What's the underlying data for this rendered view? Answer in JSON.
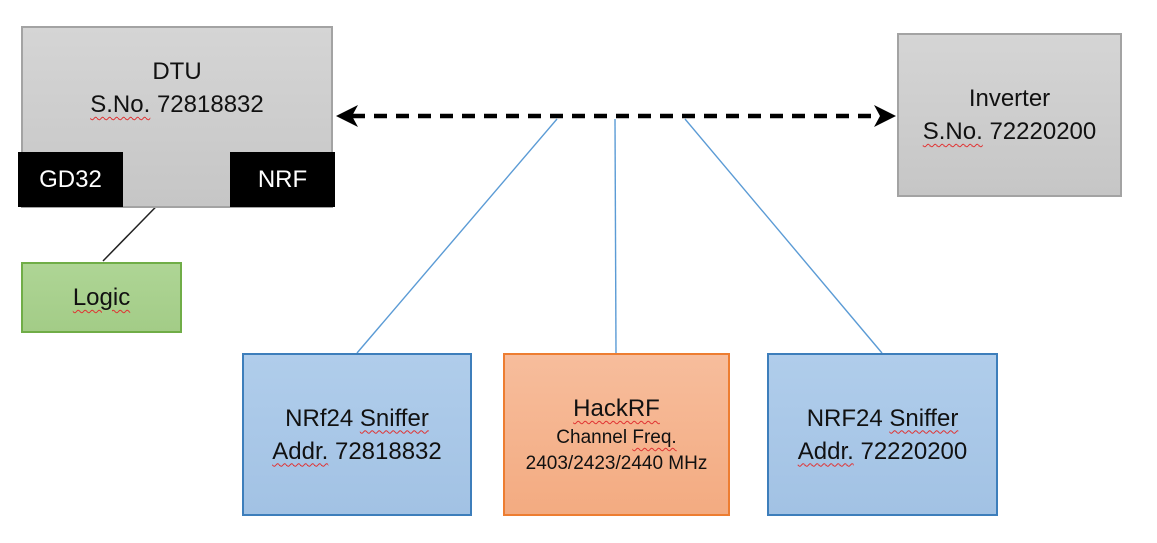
{
  "diagram": {
    "boxes": {
      "dtu": {
        "line1": "DTU",
        "line2_sq": "S.No.",
        "line2_rest": " 72818832"
      },
      "gd32": {
        "label": "GD32"
      },
      "nrf": {
        "label": "NRF"
      },
      "logic": {
        "label_sq": "Logic"
      },
      "inverter": {
        "line1": "Inverter",
        "line2_sq": "S.No.",
        "line2_rest": " 72220200"
      },
      "sniffer_left": {
        "line1_pre": "NRf24 ",
        "line1_sq": "Sniffer",
        "line2_sq": "Addr.",
        "line2_rest": " 72818832"
      },
      "hackrf": {
        "line1_sq": "HackRF",
        "line2_pre": "Channel ",
        "line2_sq": "Freq.",
        "line3": "2403/2423/2440 MHz"
      },
      "sniffer_right": {
        "line1_pre": "NRF24 ",
        "line1_sq": "Sniffer",
        "line2_sq": "Addr.",
        "line2_rest": " 72220200"
      }
    },
    "connectors": {
      "dtu_inverter": "bidirectional dashed arrow",
      "gd32_nrf": "bidirectional solid arrow",
      "arrow_to_logic": "plain line",
      "arrow_to_sniffer_left": "plain line",
      "arrow_to_hackrf": "plain line",
      "arrow_to_sniffer_right": "plain line"
    },
    "colors": {
      "gray_fill": "#cccccc",
      "gray_border": "#a3a3a3",
      "black_fill": "#000000",
      "green_fill": "#a9d18e",
      "green_border": "#70ad47",
      "blue_fill": "#a8c7e7",
      "blue_border": "#3d7ebb",
      "orange_fill": "#f4b183",
      "orange_border": "#ed7d31",
      "connector_blue": "#5b9bd5",
      "spellcheck_red": "#e03131"
    }
  }
}
